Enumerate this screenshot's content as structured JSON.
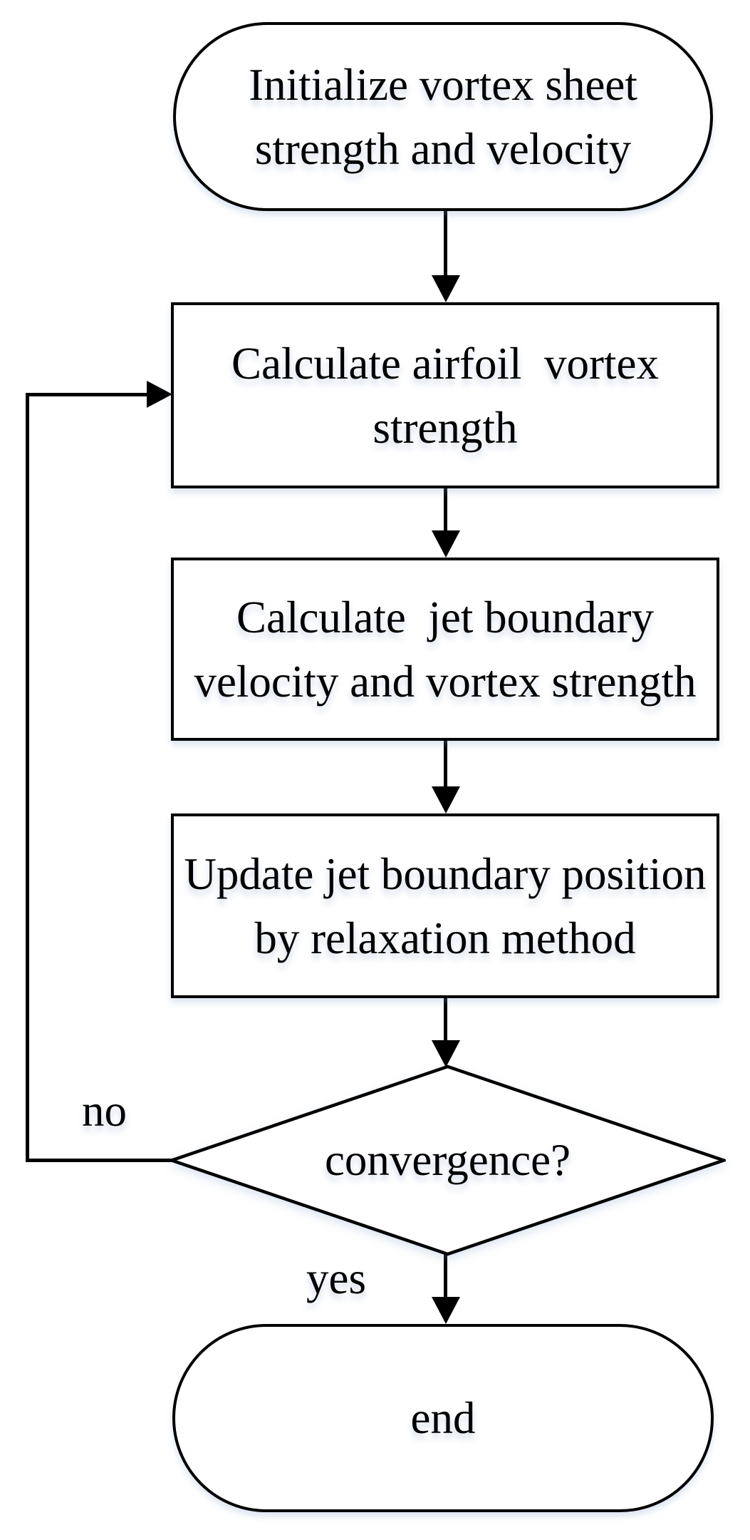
{
  "diagram": {
    "type": "flowchart",
    "colors": {
      "stroke": "#000000",
      "fill": "#ffffff",
      "text": "#000000",
      "background": "#ffffff"
    },
    "nodes": {
      "start": {
        "shape": "stadium",
        "text": "Initialize vortex sheet\nstrength and velocity"
      },
      "calc_airfoil": {
        "shape": "rect",
        "text": "Calculate airfoil  vortex\nstrength"
      },
      "calc_jet": {
        "shape": "rect",
        "text": "Calculate  jet boundary\nvelocity and vortex strength"
      },
      "update_boundary": {
        "shape": "rect",
        "text": "Update jet boundary position\nby relaxation method"
      },
      "decision": {
        "shape": "diamond",
        "text": "convergence?"
      },
      "end": {
        "shape": "stadium",
        "text": "end"
      }
    },
    "edges": [
      {
        "from": "start",
        "to": "calc_airfoil",
        "label": ""
      },
      {
        "from": "calc_airfoil",
        "to": "calc_jet",
        "label": ""
      },
      {
        "from": "calc_jet",
        "to": "update_boundary",
        "label": ""
      },
      {
        "from": "update_boundary",
        "to": "decision",
        "label": ""
      },
      {
        "from": "decision",
        "to": "calc_airfoil",
        "label": "no"
      },
      {
        "from": "decision",
        "to": "end",
        "label": "yes"
      }
    ]
  }
}
